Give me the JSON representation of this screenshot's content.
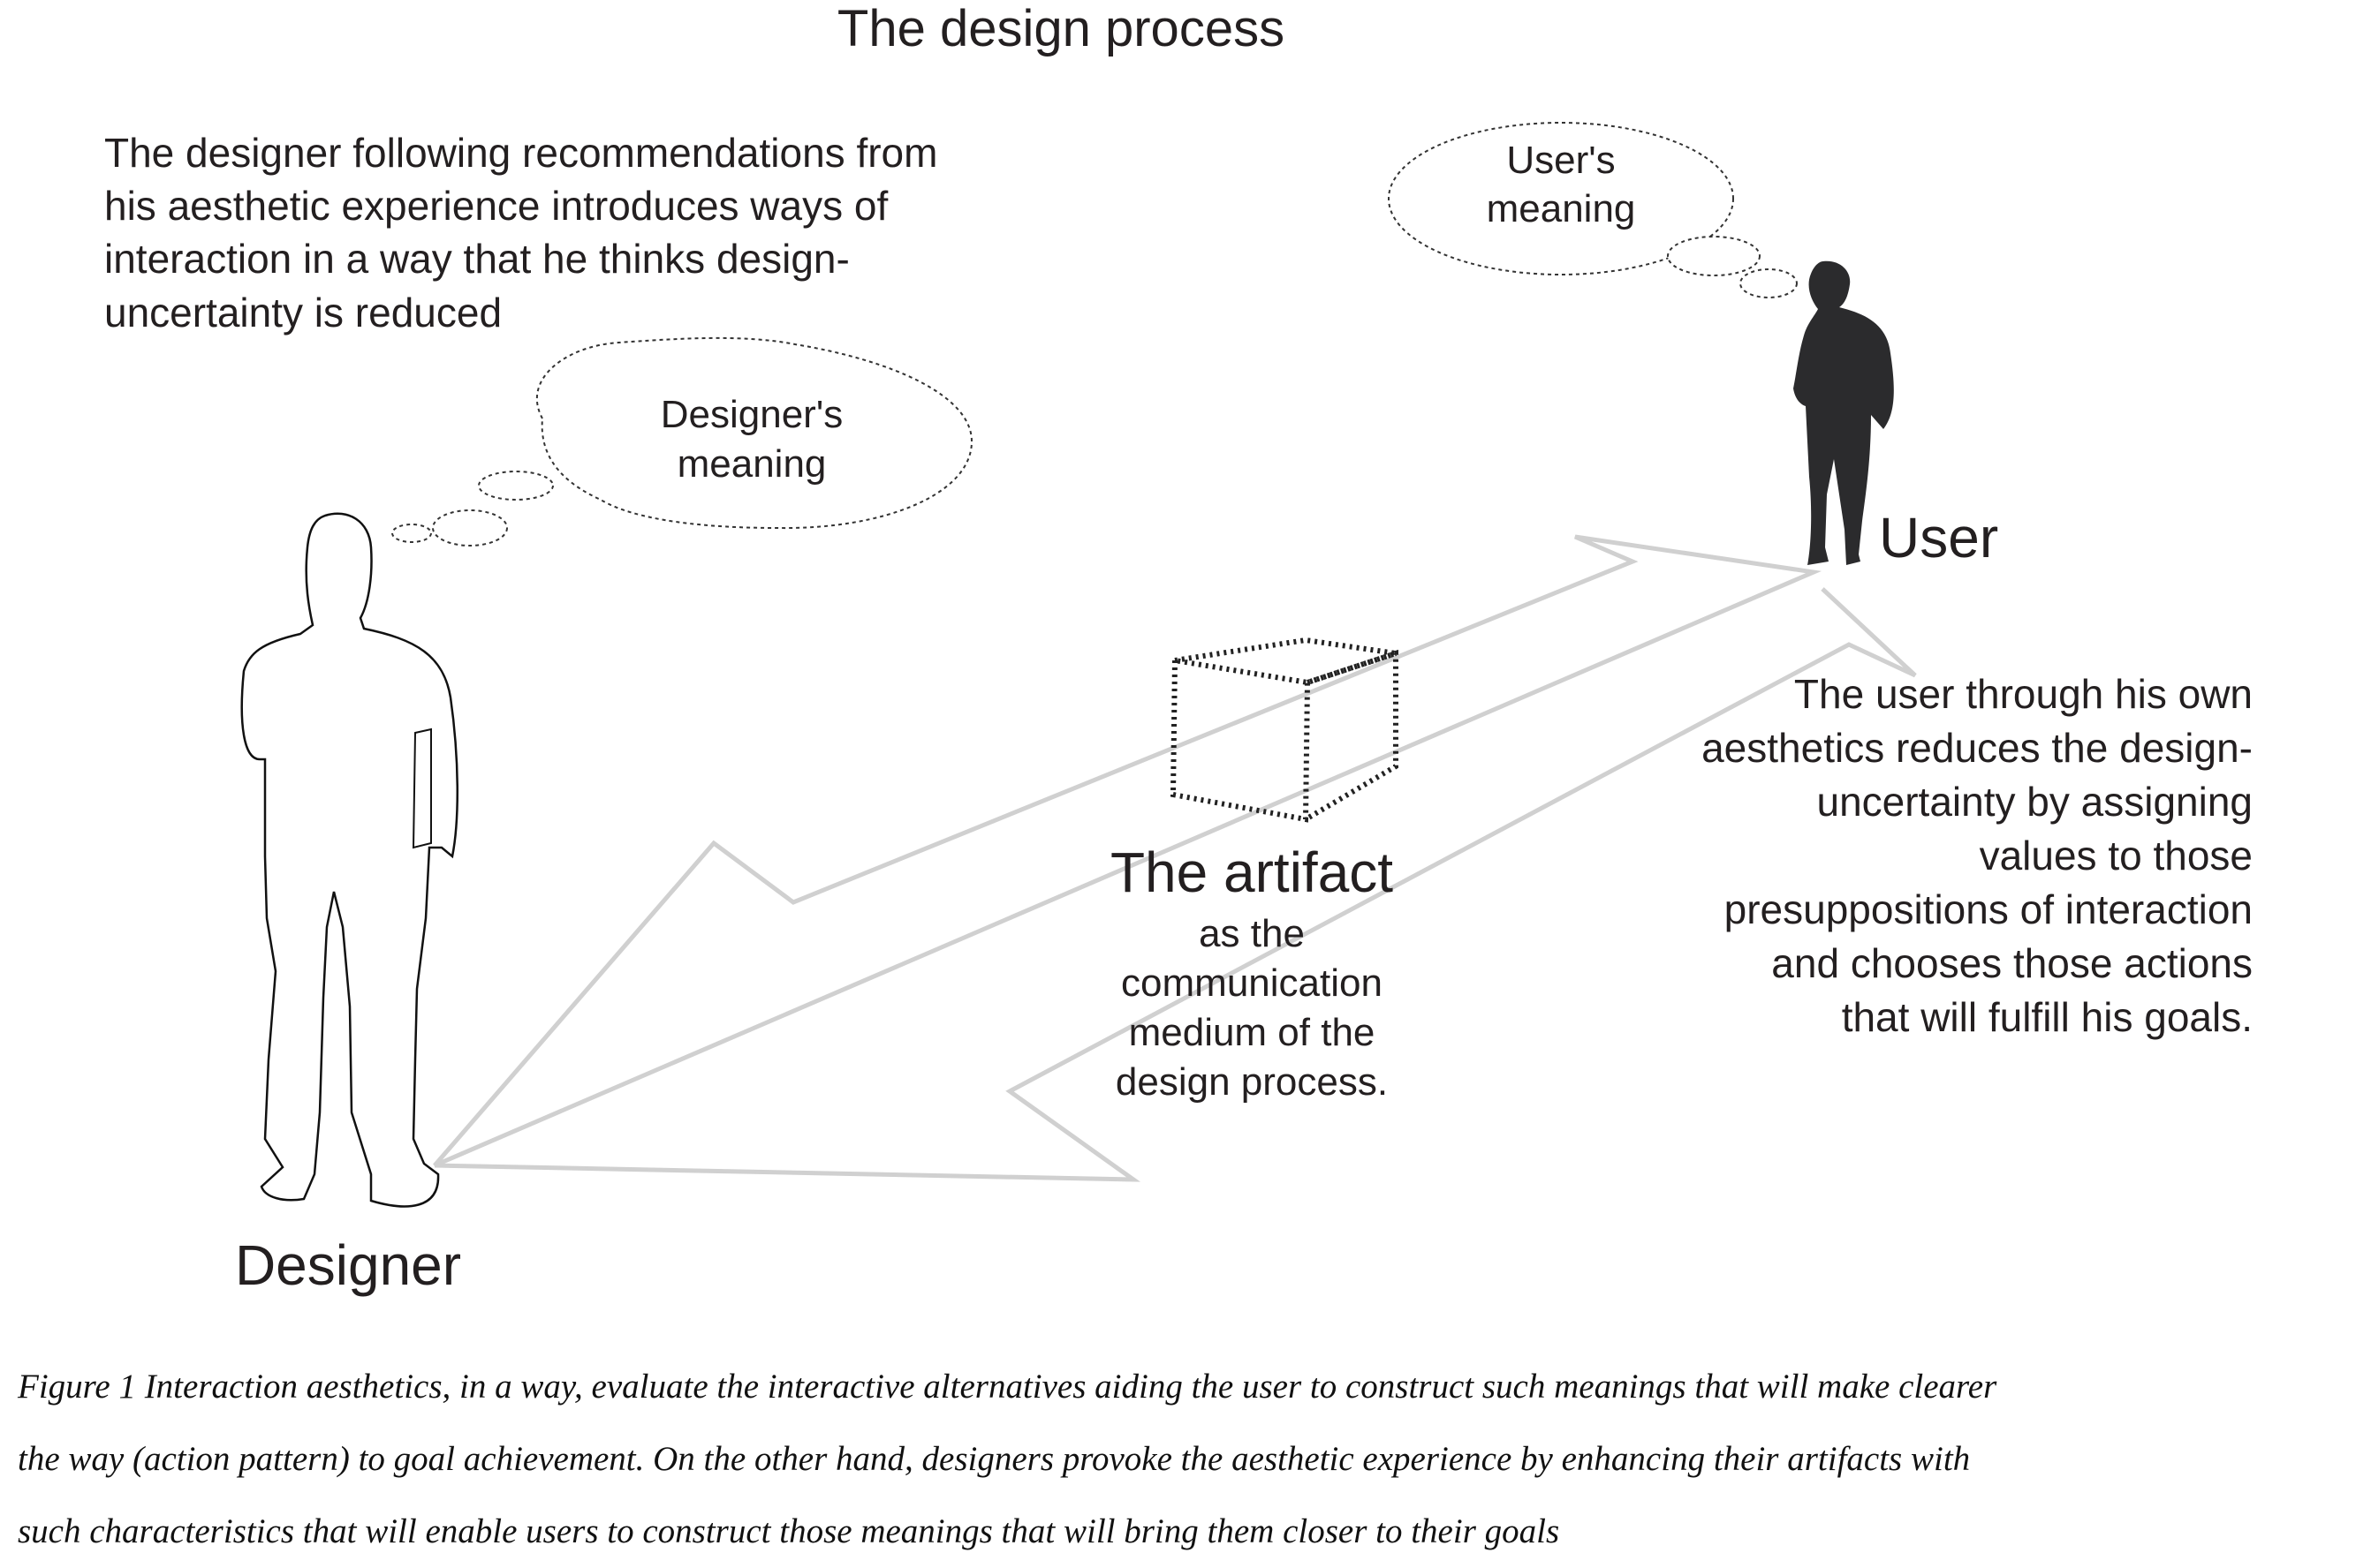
{
  "figure": {
    "title": "The design process",
    "designer_text": [
      "The designer following recommendations from",
      "his aesthetic experience introduces ways of",
      "interaction in a way that he thinks design-",
      "uncertainty is reduced"
    ],
    "designer_thought": [
      "Designer's",
      "meaning"
    ],
    "user_thought": [
      "User's",
      "meaning"
    ],
    "user_label": "User",
    "designer_label": "Designer",
    "artifact_title": "The artifact",
    "artifact_text": [
      "as the",
      "communication",
      "medium of the",
      "design process."
    ],
    "user_text": [
      "The user through his own",
      "aesthetics reduces the design-",
      "uncertainty by assigning",
      "values to those",
      "presuppositions of interaction",
      "and chooses those actions",
      "that will fulfill his goals."
    ]
  },
  "caption": [
    "Figure 1 Interaction aesthetics, in a way, evaluate the interactive alternatives aiding the user to construct such meanings that will make clearer",
    "the way (action pattern) to goal achievement. On the other hand, designers provoke the aesthetic experience by enhancing their artifacts with",
    "such characteristics that will enable users to construct those meanings that will bring them closer to their goals"
  ],
  "colors": {
    "text": "#231f20",
    "arrow": "#d0d0d0",
    "user_silhouette": "#2b2b2d"
  }
}
